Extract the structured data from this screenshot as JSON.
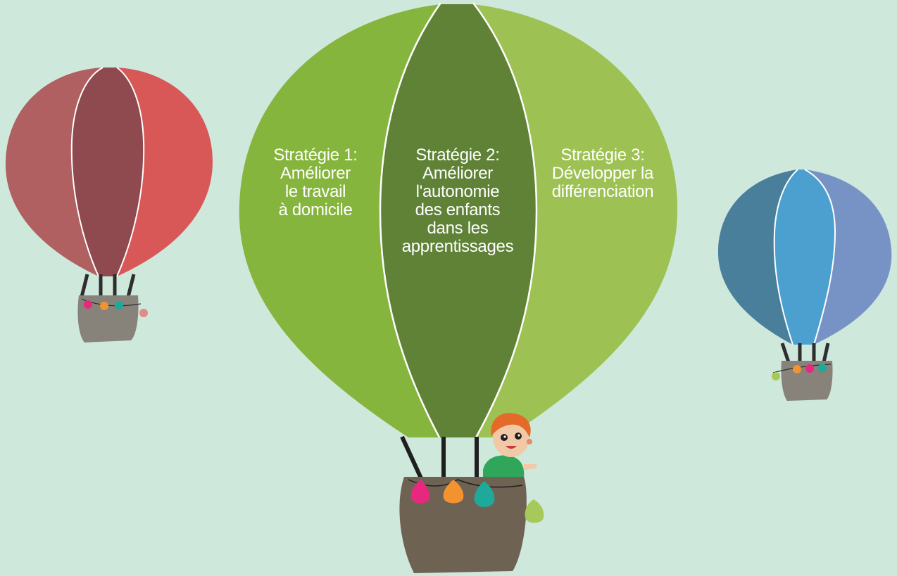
{
  "background_color": "#cfe8dc",
  "strategies": [
    {
      "lines": [
        "Stratégie 1:",
        "Améliorer",
        "le travail",
        "à domicile"
      ]
    },
    {
      "lines": [
        "Stratégie 2:",
        "Améliorer",
        "l'autonomie",
        "des enfants",
        "dans les",
        "apprentissages"
      ]
    },
    {
      "lines": [
        "Stratégie 3:",
        "Développer la",
        "différenciation"
      ]
    }
  ],
  "colors": {
    "main_balloon": [
      "#86b53d",
      "#5f8236",
      "#9dc153"
    ],
    "red_balloon": [
      "#b06060",
      "#8e4a4e",
      "#d85858"
    ],
    "blue_balloon": [
      "#4a7f9c",
      "#4ca0d0",
      "#7793c6"
    ],
    "basket": "#6e6253",
    "small_basket": "#87837a",
    "bags": [
      "#e8287f",
      "#f29330",
      "#1daa9a",
      "#a6c95a"
    ]
  }
}
